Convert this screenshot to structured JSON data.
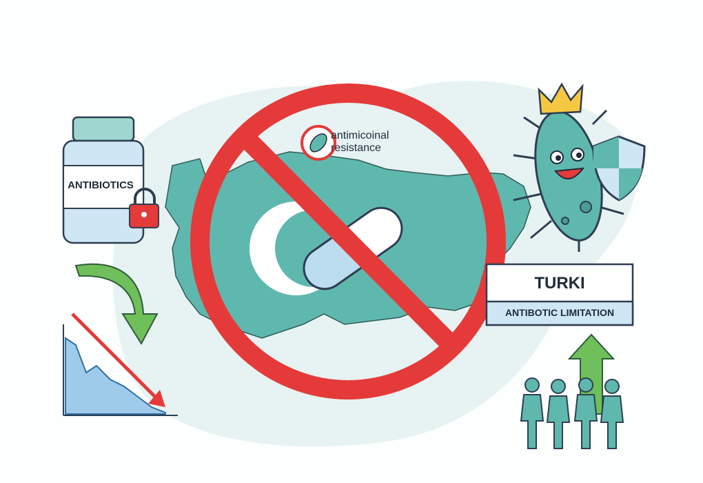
{
  "bottle": {
    "label": "ANTIBIOTICS"
  },
  "badge": {
    "text_line1": "antimicoinal",
    "text_line2": "resistance"
  },
  "info_box": {
    "title": "TURKI",
    "subtitle": "ANTIBOTIC LIMITATION"
  },
  "colors": {
    "teal": "#5fb8ae",
    "red": "#e53a3a",
    "green": "#5aab4a",
    "blue": "#bcdcef",
    "dark": "#1e2b3a"
  }
}
